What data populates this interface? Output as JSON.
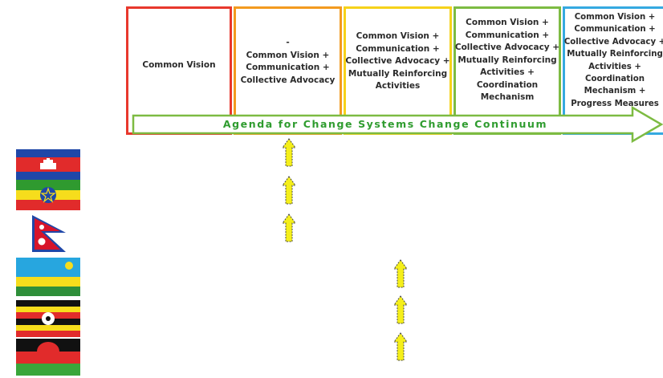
{
  "stages": [
    {
      "color": "#e8382d",
      "lines": [
        "Common Vision"
      ]
    },
    {
      "color": "#f39a1f",
      "lines": [
        "-",
        "Common Vision +",
        "Communication +",
        "Collective Advocacy"
      ]
    },
    {
      "color": "#f6d21a",
      "lines": [
        "Common Vision +",
        "Communication +",
        "Collective Advocacy +",
        "Mutually Reinforcing",
        "Activities"
      ]
    },
    {
      "color": "#7dbb42",
      "lines": [
        "Common Vision +",
        "Communication +",
        "Collective Advocacy +",
        "Mutually Reinforcing",
        "Activities +",
        "Coordination",
        "Mechanism"
      ]
    },
    {
      "color": "#35a9e0",
      "lines": [
        "Common Vision +",
        "Communication +",
        "Collective Advocacy +",
        "Mutually Reinforcing",
        "Activities +",
        "Coordination",
        "Mechanism +",
        "Progress Measures"
      ]
    }
  ],
  "continuum": {
    "label": "Agenda for Change Systems Change Continuum",
    "color": "#7dbb42"
  },
  "progress_arrow_color": "#f5ef1a",
  "flags": [
    "cambodia-flag",
    "ethiopia-flag",
    "nepal-flag",
    "rwanda-flag",
    "uganda-flag",
    "malawi-flag"
  ]
}
